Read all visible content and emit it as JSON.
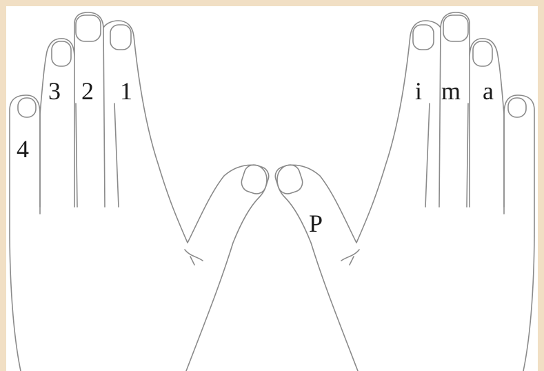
{
  "left_hand": {
    "finger_labels": [
      "4",
      "3",
      "2",
      "1"
    ]
  },
  "right_hand": {
    "finger_labels": [
      "i",
      "m",
      "a"
    ],
    "thumb_label": "P"
  },
  "colors": {
    "frame": "#f1dfc4",
    "background": "#ffffff",
    "outline": "#8a8a8a",
    "label": "#1a1a1a"
  }
}
